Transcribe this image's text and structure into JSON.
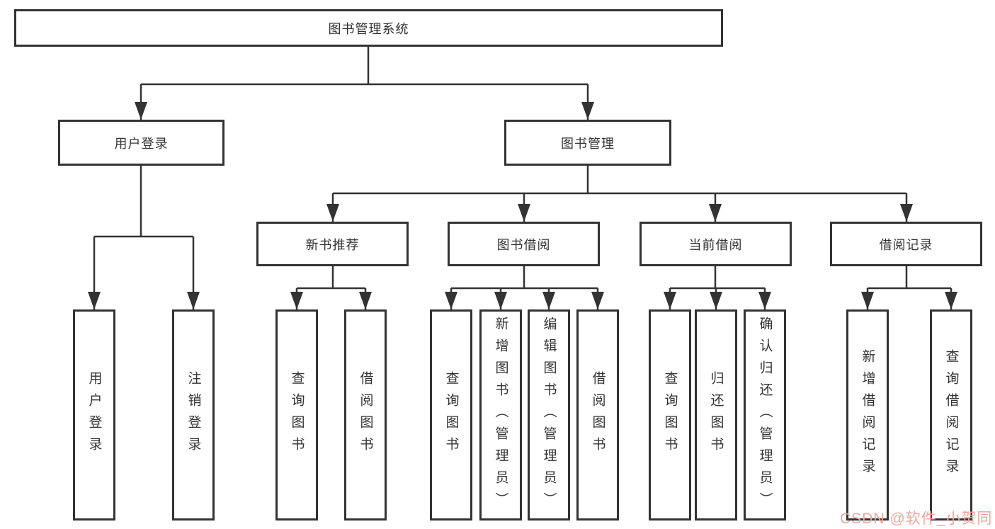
{
  "diagram": {
    "root": {
      "label": "图书管理系统"
    },
    "branches": [
      {
        "label": "用户登录",
        "children": [
          {
            "label": "用户登录"
          },
          {
            "label": "注销登录"
          }
        ]
      },
      {
        "label": "图书管理",
        "children": [
          {
            "label": "新书推荐",
            "children": [
              {
                "label": "查询图书"
              },
              {
                "label": "借阅图书"
              }
            ]
          },
          {
            "label": "图书借阅",
            "children": [
              {
                "label": "查询图书"
              },
              {
                "label": "新增图书（管理员）"
              },
              {
                "label": "编辑图书（管理员）"
              },
              {
                "label": "借阅图书"
              }
            ]
          },
          {
            "label": "当前借阅",
            "children": [
              {
                "label": "查询图书"
              },
              {
                "label": "归还图书"
              },
              {
                "label": "确认归还（管理员）"
              }
            ]
          },
          {
            "label": "借阅记录",
            "children": [
              {
                "label": "新增借阅记录"
              },
              {
                "label": "查询借阅记录"
              }
            ]
          }
        ]
      }
    ]
  },
  "watermark": {
    "text": "CSDN @软件_小贺同学",
    "color": "#f2a49e"
  },
  "colors": {
    "line": "#333333",
    "text": "#333333",
    "background": "#ffffff"
  }
}
